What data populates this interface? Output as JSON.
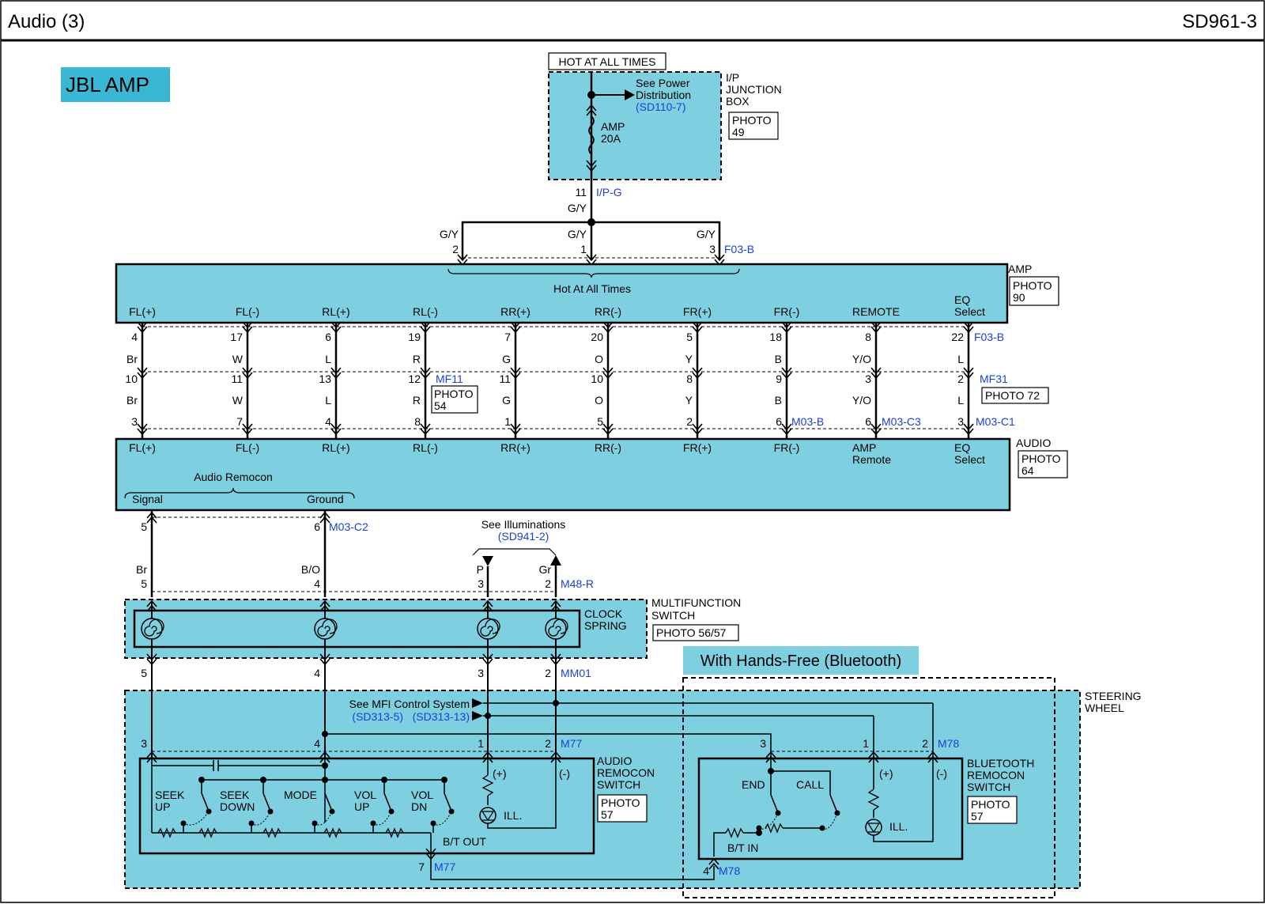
{
  "header": {
    "title": "Audio (3)",
    "page_code": "SD961-3"
  },
  "section_badge": "JBL AMP",
  "power": {
    "hot_label": "HOT AT ALL TIMES",
    "see_power_line1": "See Power",
    "see_power_line2": "Distribution",
    "see_power_ref": "(SD110-7)",
    "fuse_name": "AMP",
    "fuse_rating": "20A",
    "box_line1": "I/P",
    "box_line2": "JUNCTION",
    "box_line3": "BOX",
    "box_photo1": "PHOTO",
    "box_photo2": "49",
    "out_pin": "11",
    "out_connector": "I/P-G",
    "wire": "G/Y"
  },
  "amp": {
    "name": "AMP",
    "photo1": "PHOTO",
    "photo2": "90",
    "hot_text": "Hot At All Times",
    "top_connector": "F03-B",
    "top_pins": [
      {
        "pin": "2",
        "wire": "G/Y"
      },
      {
        "pin": "1",
        "wire": "G/Y"
      },
      {
        "pin": "3",
        "wire": "G/Y"
      }
    ]
  },
  "channels": [
    {
      "amp_label": "FL(+)",
      "amp_pin": "4",
      "wire": "Br",
      "mf_pin": "10",
      "audio_pin": "3",
      "audio_label": "FL(+)"
    },
    {
      "amp_label": "FL(-)",
      "amp_pin": "17",
      "wire": "W",
      "mf_pin": "11",
      "audio_pin": "7",
      "audio_label": "FL(-)"
    },
    {
      "amp_label": "RL(+)",
      "amp_pin": "6",
      "wire": "L",
      "mf_pin": "13",
      "audio_pin": "4",
      "audio_label": "RL(+)"
    },
    {
      "amp_label": "RL(-)",
      "amp_pin": "19",
      "wire": "R",
      "mf_pin": "12",
      "audio_pin": "8",
      "audio_label": "RL(-)"
    },
    {
      "amp_label": "RR(+)",
      "amp_pin": "7",
      "wire": "G",
      "mf_pin": "11",
      "audio_pin": "1",
      "audio_label": "RR(+)"
    },
    {
      "amp_label": "RR(-)",
      "amp_pin": "20",
      "wire": "O",
      "mf_pin": "10",
      "audio_pin": "5",
      "audio_label": "RR(-)"
    },
    {
      "amp_label": "FR(+)",
      "amp_pin": "5",
      "wire": "Y",
      "mf_pin": "8",
      "audio_pin": "2",
      "audio_label": "FR(+)"
    },
    {
      "amp_label": "FR(-)",
      "amp_pin": "18",
      "wire": "B",
      "mf_pin": "9",
      "audio_pin": "6",
      "audio_label": "FR(-)"
    },
    {
      "amp_label": "REMOTE",
      "amp_pin": "8",
      "wire": "Y/O",
      "mf_pin": "3",
      "audio_pin": "6",
      "audio_label": "AMP Remote"
    },
    {
      "amp_label": "EQ Select",
      "amp_pin": "22",
      "wire": "L",
      "mf_pin": "2",
      "audio_pin": "3",
      "audio_label": "EQ Select"
    }
  ],
  "connectors": {
    "amp_bottom": "F03-B",
    "mf11": "MF11",
    "mf11_photo1": "PHOTO",
    "mf11_photo2": "54",
    "mf31": "MF31",
    "mf31_photo": "PHOTO 72",
    "m03b": "M03-B",
    "m03c3": "M03-C3",
    "m03c1": "M03-C1",
    "m03c2": "M03-C2",
    "m48r": "M48-R",
    "mm01": "MM01",
    "m77": "M77",
    "m78": "M78"
  },
  "audio": {
    "name": "AUDIO",
    "photo1": "PHOTO",
    "photo2": "64",
    "remocon": "Audio Remocon",
    "signal": "Signal",
    "ground": "Ground",
    "eq1": "EQ",
    "eq2": "Select",
    "amp_remote1": "AMP",
    "amp_remote2": "Remote"
  },
  "illum": {
    "see": "See Illuminations",
    "ref": "(SD941-2)"
  },
  "wires_lower": [
    {
      "pin_top": "5",
      "wire": "Br",
      "pin_mf": "5",
      "pin_bottom": "5",
      "pin_sw": "3"
    },
    {
      "pin_top": "6",
      "wire": "B/O",
      "pin_mf": "4",
      "pin_bottom": "4",
      "pin_sw": "4"
    },
    {
      "wire": "P",
      "pin_mf": "3",
      "pin_bottom": "3",
      "pin_sw": "1"
    },
    {
      "wire": "Gr",
      "pin_mf": "2",
      "pin_bottom": "2",
      "pin_sw": "2"
    }
  ],
  "clock_spring": {
    "line1": "CLOCK",
    "line2": "SPRING",
    "mf_line1": "MULTIFUNCTION",
    "mf_line2": "SWITCH",
    "photo": "PHOTO 56/57"
  },
  "handsfree_badge": "With Hands-Free (Bluetooth)",
  "steering": {
    "line1": "STEERING",
    "line2": "WHEEL",
    "mfi_see": "See MFI Control System",
    "mfi_ref1": "(SD313-5)",
    "mfi_ref2": "(SD313-13)"
  },
  "audio_switch": {
    "line1": "AUDIO",
    "line2": "REMOCON",
    "line3": "SWITCH",
    "photo1": "PHOTO",
    "photo2": "57",
    "seek_up1": "SEEK",
    "seek_up2": "UP",
    "seek_dn1": "SEEK",
    "seek_dn2": "DOWN",
    "mode": "MODE",
    "vol_up1": "VOL",
    "vol_up2": "UP",
    "vol_dn1": "VOL",
    "vol_dn2": "DN",
    "plus": "(+)",
    "minus": "(-)",
    "ill": "ILL.",
    "bt_out": "B/T OUT",
    "out_pin": "7"
  },
  "bt_switch": {
    "line1": "BLUETOOTH",
    "line2": "REMOCON",
    "line3": "SWITCH",
    "photo1": "PHOTO",
    "photo2": "57",
    "end": "END",
    "call": "CALL",
    "plus": "(+)",
    "minus": "(-)",
    "ill": "ILL.",
    "bt_in": "B/T IN",
    "pin3": "3",
    "pin1": "1",
    "pin2": "2",
    "pin4": "4"
  },
  "colors": {
    "module_fill": "#7ecfe0",
    "badge_fill": "#3bb7d6",
    "ref_blue": "#1a3fd6"
  }
}
